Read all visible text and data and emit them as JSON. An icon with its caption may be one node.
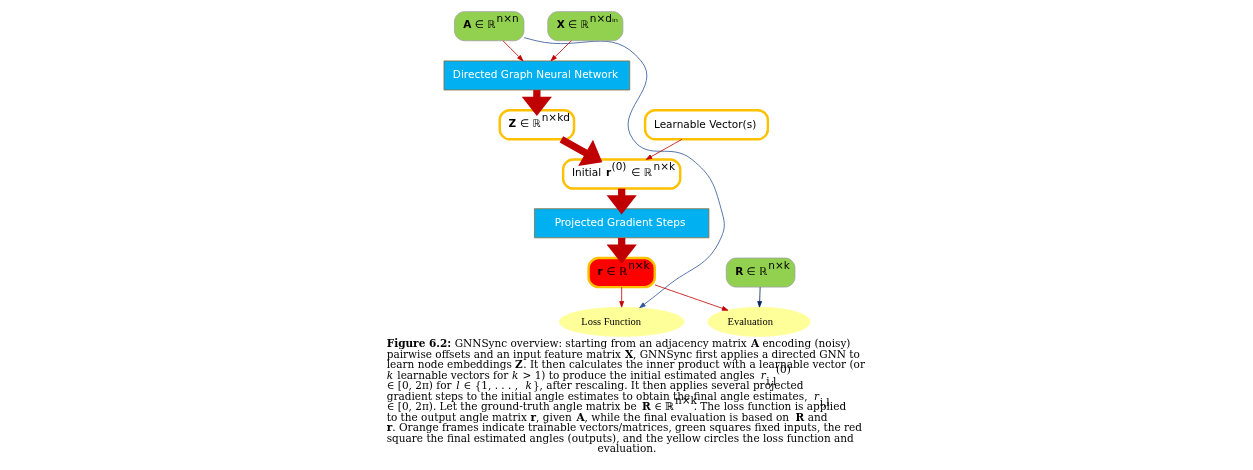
{
  "diagram": {
    "caption": "**Figure 6.2:** GNNSync overview: starting from an adjacency matrix **A** encoding (noisy) pairwise offsets and an input feature matrix **X**, GNNSync first applies a directed GNN to learn node embeddings **Z**. It then calculates the inner product with a learnable vector (or *k* learnable vectors for *k* > 1) to produce the initial estimated angles *r*$_{i,l}$$^{(0)}$ ∈ [0, 2π) for *l* ∈ {1, . . . , *k*}, after rescaling. It then applies several projected gradient steps to the initial angle estimates to obtain the final angle estimates, *r*$_{i,l}$ ∈ [0, 2π). Let the ground-truth angle matrix be **R** ∈ ℝ$^{n×k}$. The loss function is applied to the output angle matrix **r**, given **A**, while the final evaluation is based on **R** and **r**. Orange frames indicate trainable vectors/matrices, green squares fixed inputs, the red square the final estimated angles (outputs), and the yellow circles the loss function and evaluation.",
    "nodes": [
      {
        "text": [
          "**A** ∈ ℝ$^{n×n}$"
        ]
      },
      {
        "text": [
          "**X** ∈ ℝ$^{n×dᵢₙ}$"
        ]
      },
      {
        "text": [
          "Directed Graph Neural Network"
        ]
      },
      {
        "text": [
          "**Z** ∈ ℝ$^{n×kd}$"
        ]
      },
      {
        "text": [
          "Learnable Vector(s)"
        ]
      },
      {
        "text": [
          "Initial **r**$^{(0)}$ ∈ ℝ$^{n×k}$"
        ]
      },
      {
        "text": [
          "Projected Gradient Steps"
        ]
      },
      {
        "text": [
          "**r** ∈ ℝ$^{n×k}$"
        ]
      },
      {
        "text": [
          "**R** ∈ ℝ$^{n×k}$"
        ]
      },
      {
        "text": [
          "Loss Function"
        ]
      },
      {
        "text": [
          "Evaluation"
        ]
      }
    ],
    "edges": [
      {
        "from": 0,
        "to": 2,
        "arrow": "to"
      },
      {
        "from": 1,
        "to": 2,
        "arrow": "to"
      },
      {
        "from": 2,
        "to": 3,
        "arrow": "to",
        "style": "thick"
      },
      {
        "from": 3,
        "to": 5,
        "arrow": "to",
        "style": "thick"
      },
      {
        "from": 4,
        "to": 5,
        "arrow": "to"
      },
      {
        "from": 5,
        "to": 6,
        "arrow": "to",
        "style": "thick"
      },
      {
        "from": 6,
        "to": 7,
        "arrow": "to",
        "style": "thick"
      },
      {
        "from": 7,
        "to": 9,
        "arrow": "to"
      },
      {
        "from": 7,
        "to": 10,
        "arrow": "to"
      },
      {
        "from": 8,
        "to": 10,
        "arrow": "to",
        "color": "#002060"
      },
      {
        "from": 0,
        "to": 9,
        "arrow": "to",
        "color": "#2f5597"
      }
    ]
  }
}
